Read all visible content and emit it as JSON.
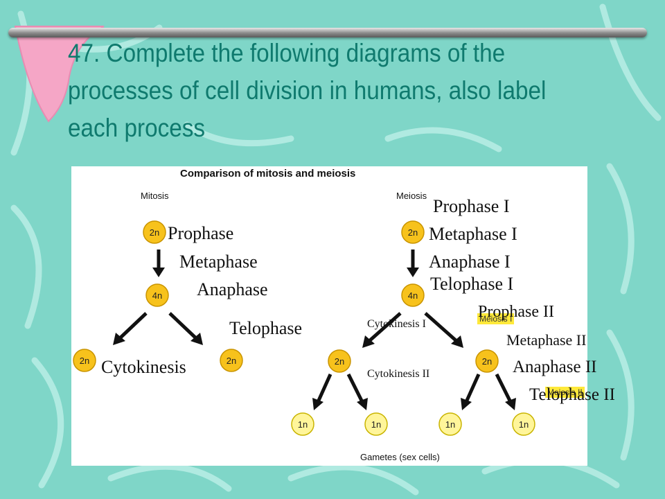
{
  "slide": {
    "title": "47. Complete the following diagrams of the processes of cell division in humans, also label each process"
  },
  "diagram": {
    "heading": "Comparison of mitosis and meiosis",
    "mitosis_title": "Mitosis",
    "meiosis_title": "Meiosis",
    "footer": "Gametes (sex cells)",
    "badges": {
      "meiosis_one": "Meiosis I",
      "meiosis_two": "Meiosis II"
    },
    "cells": [
      {
        "id": "mitosis-parent",
        "label": "2n"
      },
      {
        "id": "mitosis-replicated",
        "label": "4n"
      },
      {
        "id": "mitosis-daughter-left",
        "label": "2n"
      },
      {
        "id": "mitosis-daughter-right",
        "label": "2n"
      },
      {
        "id": "meiosis-parent",
        "label": "2n"
      },
      {
        "id": "meiosis-replicated",
        "label": "4n"
      },
      {
        "id": "meiosis-i-left",
        "label": "2n"
      },
      {
        "id": "meiosis-i-right",
        "label": "2n"
      },
      {
        "id": "gamete-1",
        "label": "1n"
      },
      {
        "id": "gamete-2",
        "label": "1n"
      },
      {
        "id": "gamete-3",
        "label": "1n"
      },
      {
        "id": "gamete-4",
        "label": "1n"
      }
    ]
  },
  "labels": {
    "mitosis": {
      "prophase": "Prophase",
      "metaphase": "Metaphase",
      "anaphase": "Anaphase",
      "telophase": "Telophase",
      "cytokinesis": "Cytokinesis"
    },
    "meiosis": {
      "prophase_i": "Prophase I",
      "metaphase_i": "Metaphase I",
      "anaphase_i": "Anaphase I",
      "telophase_i": "Telophase I",
      "cytokinesis_i": "Cytokinesis I",
      "prophase_ii": "Prophase II",
      "metaphase_ii": "Metaphase II",
      "anaphase_ii": "Anaphase II",
      "telophase_ii": "Telophase II",
      "cytokinesis_ii": "Cytokinesis II"
    }
  },
  "colors": {
    "background": "#7fd6c8",
    "title": "#0f7a6e",
    "cell_2n_4n": "#f7c21c",
    "cell_1n": "#fff59a",
    "badge": "#ffe93a"
  }
}
